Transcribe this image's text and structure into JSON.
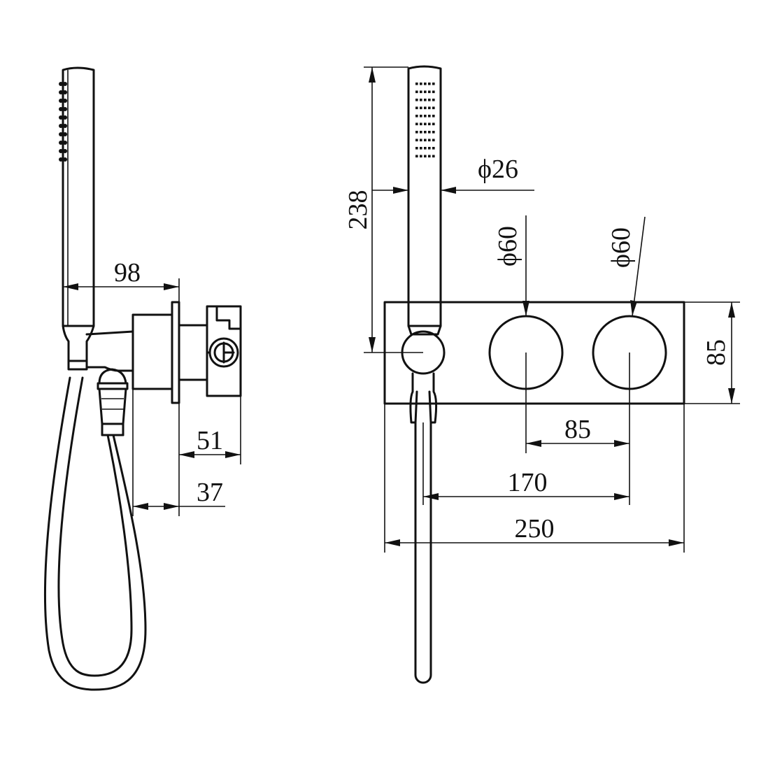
{
  "dimensions": {
    "side_projection": "98",
    "side_body_depth": "51",
    "side_plate_depth": "37",
    "handshower_height": "238",
    "handshower_diameter": "ϕ26",
    "knob_left_diameter": "ϕ60",
    "knob_right_diameter": "ϕ60",
    "plate_height": "85",
    "knob_spacing": "85",
    "outlet_to_knob": "170",
    "plate_width": "250"
  },
  "colors": {
    "line": "#111111",
    "background": "#ffffff"
  }
}
